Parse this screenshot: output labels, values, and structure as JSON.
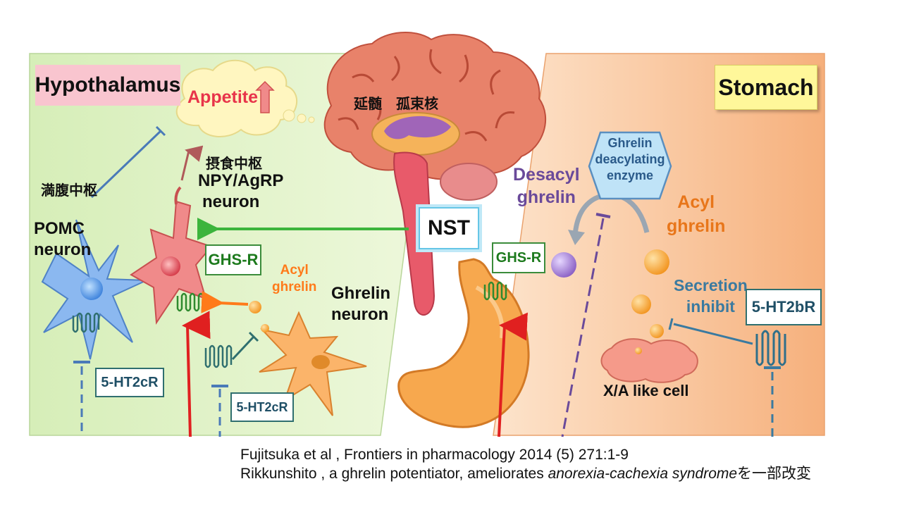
{
  "labels": {
    "hypothalamus": "Hypothalamus",
    "stomach": "Stomach",
    "appetite": "Appetite",
    "medulla": "延髄　孤束核",
    "feeding_center": "摂食中枢",
    "satiety_center": "満腹中枢",
    "npy_agrp_line1": "NPY/AgRP",
    "npy_agrp_line2": "neuron",
    "pomc_line1": "POMC",
    "pomc_line2": "neuron",
    "nst": "NST",
    "ghsr_left": "GHS-R",
    "ghsr_right": "GHS-R",
    "acyl_ghrelin_small_line1": "Acyl",
    "acyl_ghrelin_small_line2": "ghrelin",
    "ghrelin_neuron_line1": "Ghrelin",
    "ghrelin_neuron_line2": "neuron",
    "ht2cr_1": "5-HT2cR",
    "ht2cr_2": "5-HT2cR",
    "desacyl_line1": "Desacyl",
    "desacyl_line2": "ghrelin",
    "enzyme_line1": "Ghrelin",
    "enzyme_line2": "deacylating",
    "enzyme_line3": "enzyme",
    "acyl_ghrelin_large_line1": "Acyl",
    "acyl_ghrelin_large_line2": "ghrelin",
    "secretion_line1": "Secretion",
    "secretion_line2": "inhibit",
    "ht2br": "5-HT2bR",
    "xa_cell": "X/A like cell"
  },
  "citation": {
    "line1": "Fujitsuka et al , Frontiers in pharmacology 2014 (5) 271:1-9",
    "line2_prefix": "Rikkunshito , a ghrelin potentiator, ameliorates ",
    "line2_italic": "anorexia-cachexia syndrome",
    "line2_suffix": "を一部改変"
  },
  "colors": {
    "hypothalamus_panel": "#d9efc0",
    "stomach_panel": "#f8c7a0",
    "brain": "#e8826a",
    "brainstem": "#e85a6a",
    "stomach_organ": "#f5a24a",
    "receptor_green": "#2f8a2f",
    "inhibit_blue": "#3a6fb0",
    "stimulus_red": "#e02020",
    "stimulus_green": "#3cb43c",
    "acyl_orange": "#ff7a1a",
    "desacyl_purple": "#7a4fa8",
    "enzyme_blue": "#4a7ab8"
  }
}
